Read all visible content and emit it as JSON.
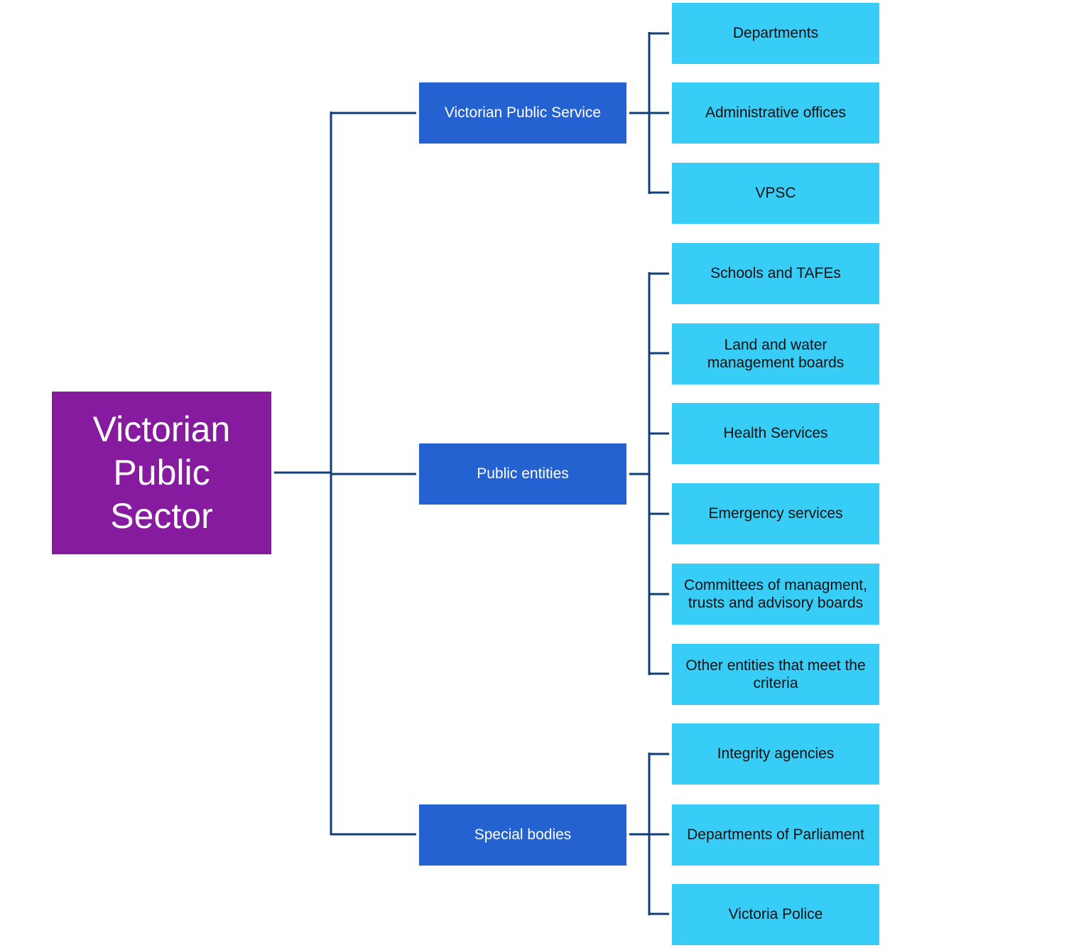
{
  "colors": {
    "root": "#871ba0",
    "category": "#2462d1",
    "leaf": "#38cdf7",
    "connector": "#0f3d7a"
  },
  "root": {
    "label": "Victorian Public Sector"
  },
  "categories": [
    {
      "label": "Victorian Public Service",
      "children": [
        "Departments",
        "Administrative offices",
        "VPSC"
      ]
    },
    {
      "label": "Public entities",
      "children": [
        "Schools and TAFEs",
        "Land and water management boards",
        "Health Services",
        "Emergency services",
        "Committees of managment, trusts and advisory boards",
        "Other entities that meet the criteria"
      ]
    },
    {
      "label": "Special bodies",
      "children": [
        "Integrity agencies",
        "Departments of Parliament",
        "Victoria Police"
      ]
    }
  ]
}
